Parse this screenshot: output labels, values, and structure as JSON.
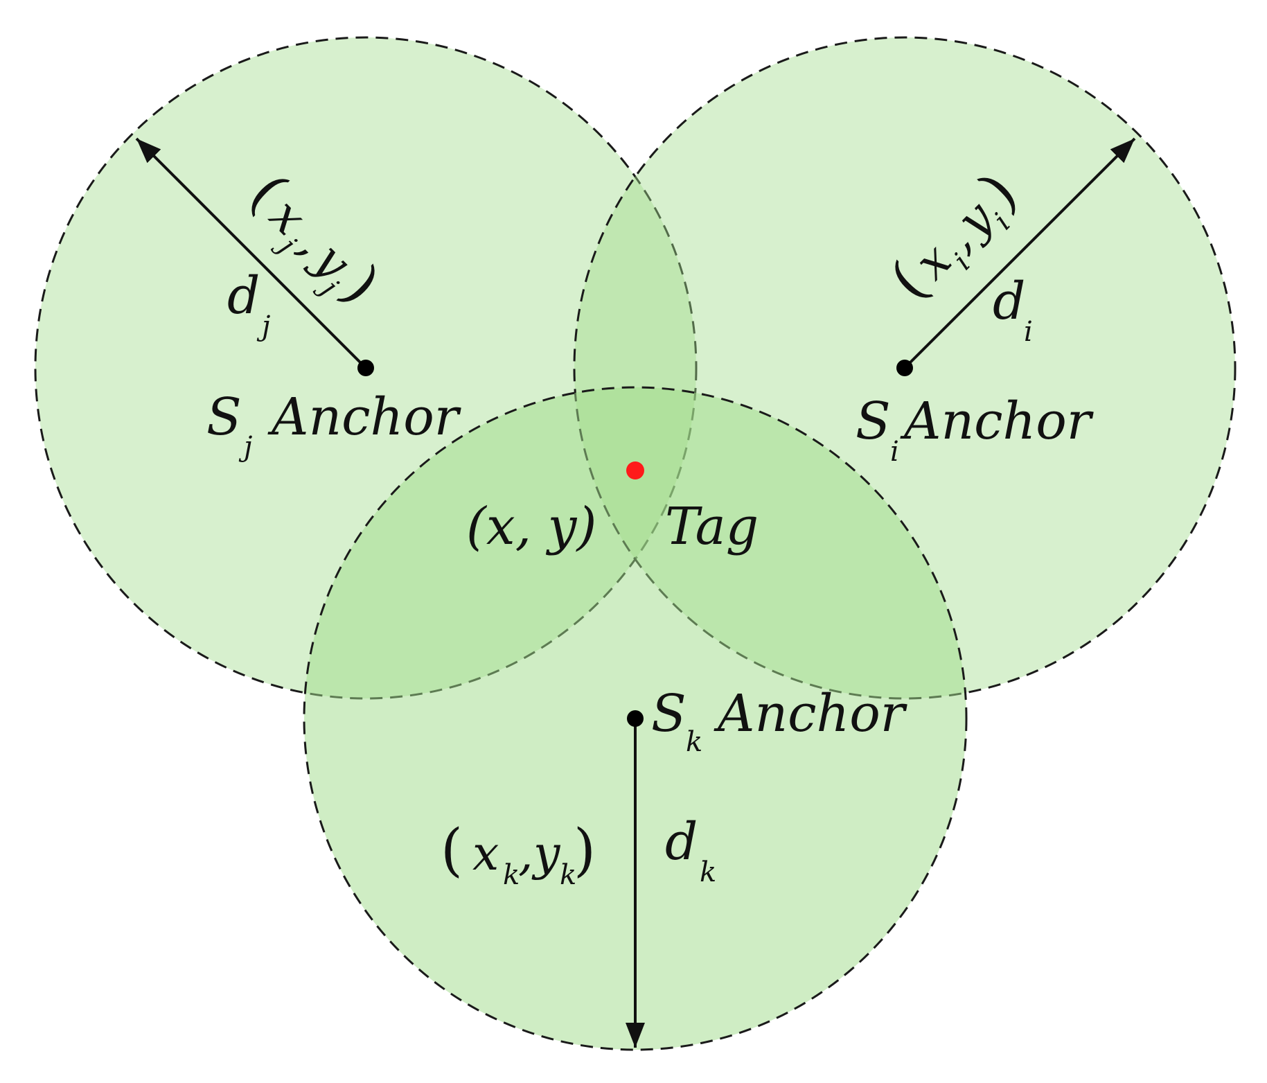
{
  "diagram": {
    "anchors": {
      "j": {
        "S": "S",
        "sub": "j",
        "word": "Anchor"
      },
      "i": {
        "S": "S",
        "sub": "i",
        "word": "Anchor"
      },
      "k": {
        "S": "S",
        "sub": "k",
        "word": "Anchor"
      }
    },
    "distances": {
      "j": {
        "d": "d",
        "sub": "j"
      },
      "i": {
        "d": "d",
        "sub": "i"
      },
      "k": {
        "d": "d",
        "sub": "k"
      }
    },
    "coords": {
      "j": {
        "open": "(",
        "x": "x",
        "xsub": "j",
        "comma": ",",
        "y": "y",
        "ysub": "j",
        "close": ")"
      },
      "i": {
        "open": "(",
        "x": "x",
        "xsub": "i",
        "comma": ",",
        "y": "y",
        "ysub": "i",
        "close": ")"
      },
      "k": {
        "open": "(",
        "x": "x",
        "xsub": "k",
        "comma": ",",
        "y": "y",
        "ysub": "k",
        "close": ")"
      }
    },
    "tag": {
      "coord": "(x, y)",
      "label": "Tag"
    },
    "colors": {
      "circle_fill": "#9fdb8a",
      "stroke": "#1a1a1a",
      "tag_point": "#ff1a1a"
    }
  }
}
